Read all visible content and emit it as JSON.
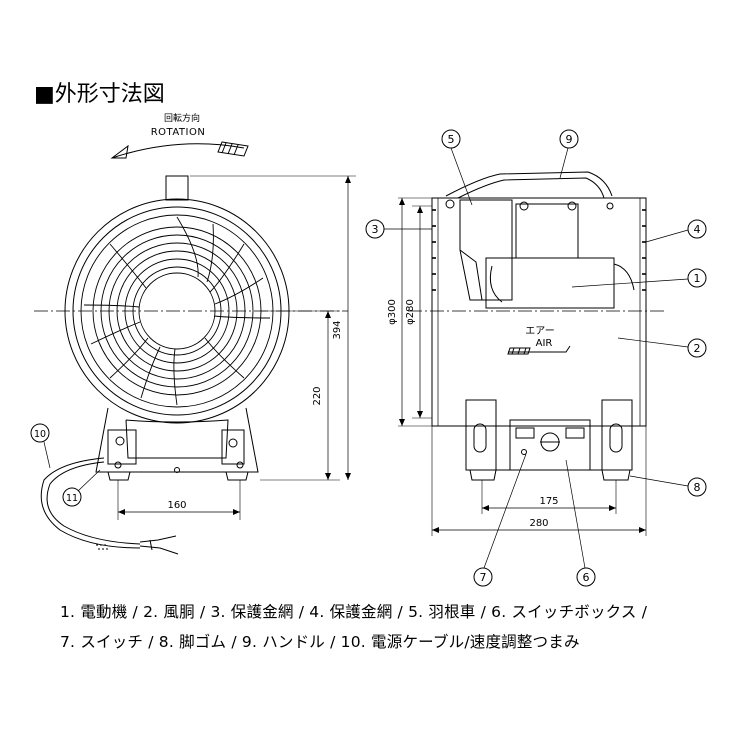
{
  "title": "■外形寸法図",
  "rotation": {
    "jp": "回転方向",
    "en": "ROTATION"
  },
  "air": {
    "jp": "エアー",
    "en": "AIR"
  },
  "dimensions": {
    "d160": "160",
    "d220": "220",
    "d394": "394",
    "d175": "175",
    "d280": "280",
    "phi300": "φ300",
    "phi280": "φ280"
  },
  "callouts": [
    "1",
    "2",
    "3",
    "4",
    "5",
    "6",
    "7",
    "8",
    "9",
    "10",
    "11"
  ],
  "legend": {
    "line1": "1. 電動機 / 2. 風胴 / 3. 保護金網 / 4. 保護金網 / 5. 羽根車 / 6. スイッチボックス /",
    "line2": "7. スイッチ / 8. 脚ゴム / 9. ハンドル / 10. 電源ケーブル/速度調整つまみ"
  }
}
